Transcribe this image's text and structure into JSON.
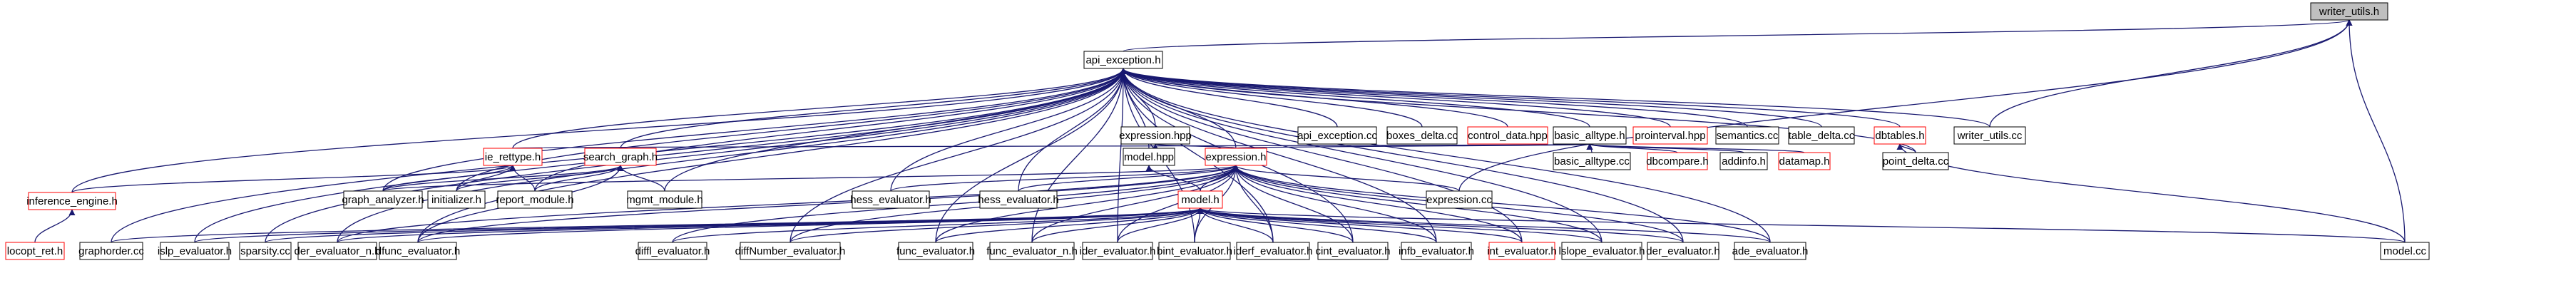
{
  "graph": {
    "nodes": [
      {
        "id": "writer_utils_h",
        "label": "writer_utils.h",
        "kind": "root"
      },
      {
        "id": "api_exception_h",
        "label": "api_exception.h",
        "kind": "normal"
      },
      {
        "id": "expression_hpp",
        "label": "expression.hpp",
        "kind": "normal"
      },
      {
        "id": "api_exception_cc",
        "label": "api_exception.cc",
        "kind": "normal"
      },
      {
        "id": "boxes_delta_cc",
        "label": "boxes_delta.cc",
        "kind": "normal"
      },
      {
        "id": "control_data_hpp",
        "label": "control_data.hpp",
        "kind": "red"
      },
      {
        "id": "basic_alltype_h",
        "label": "basic_alltype.h",
        "kind": "normal"
      },
      {
        "id": "prointerval_hpp",
        "label": "prointerval.hpp",
        "kind": "red"
      },
      {
        "id": "semantics_cc",
        "label": "semantics.cc",
        "kind": "normal"
      },
      {
        "id": "table_delta_cc",
        "label": "table_delta.cc",
        "kind": "normal"
      },
      {
        "id": "dbtables_h",
        "label": "dbtables.h",
        "kind": "red"
      },
      {
        "id": "writer_utils_cc",
        "label": "writer_utils.cc",
        "kind": "normal"
      },
      {
        "id": "ie_rettype_h",
        "label": "ie_rettype.h",
        "kind": "red"
      },
      {
        "id": "search_graph_h",
        "label": "search_graph.h",
        "kind": "red"
      },
      {
        "id": "model_hpp",
        "label": "model.hpp",
        "kind": "normal"
      },
      {
        "id": "expression_h",
        "label": "expression.h",
        "kind": "red"
      },
      {
        "id": "basic_alltype_cc",
        "label": "basic_alltype.cc",
        "kind": "normal"
      },
      {
        "id": "dbcompare_h",
        "label": "dbcompare.h",
        "kind": "red"
      },
      {
        "id": "addinfo_h",
        "label": "addinfo.h",
        "kind": "normal"
      },
      {
        "id": "datamap_h",
        "label": "datamap.h",
        "kind": "red"
      },
      {
        "id": "point_delta_cc",
        "label": "point_delta.cc",
        "kind": "normal"
      },
      {
        "id": "inference_engine_h",
        "label": "inference_engine.h",
        "kind": "red"
      },
      {
        "id": "graph_analyzer_h",
        "label": "graph_analyzer.h",
        "kind": "normal"
      },
      {
        "id": "initializer_h",
        "label": "initializer.h",
        "kind": "normal"
      },
      {
        "id": "report_module_h",
        "label": "report_module.h",
        "kind": "normal"
      },
      {
        "id": "mgmt_module_h",
        "label": "mgmt_module.h",
        "kind": "normal"
      },
      {
        "id": "hess_evaluator_h_1",
        "label": "hess_evaluator.h",
        "kind": "normal"
      },
      {
        "id": "hess_evaluator_h_2",
        "label": "hess_evaluator.h",
        "kind": "normal"
      },
      {
        "id": "model_h",
        "label": "model.h",
        "kind": "red"
      },
      {
        "id": "expression_cc",
        "label": "expression.cc",
        "kind": "normal"
      },
      {
        "id": "locopt_ret_h",
        "label": "locopt_ret.h",
        "kind": "red"
      },
      {
        "id": "graphorder_cc",
        "label": "graphorder.cc",
        "kind": "normal"
      },
      {
        "id": "islp_evaluator_h",
        "label": "islp_evaluator.h",
        "kind": "normal"
      },
      {
        "id": "sparsity_cc",
        "label": "sparsity.cc",
        "kind": "normal"
      },
      {
        "id": "der_evaluator_n_h",
        "label": "der_evaluator_n.h",
        "kind": "normal"
      },
      {
        "id": "dfunc_evaluator_h",
        "label": "dfunc_evaluator.h",
        "kind": "normal"
      },
      {
        "id": "diffl_evaluator_h",
        "label": "diffl_evaluator.h",
        "kind": "normal"
      },
      {
        "id": "diffNumber_evaluator_h",
        "label": "diffNumber_evaluator.h",
        "kind": "normal"
      },
      {
        "id": "func_evaluator_h",
        "label": "func_evaluator.h",
        "kind": "normal"
      },
      {
        "id": "func_evaluator_n_h",
        "label": "func_evaluator_n.h",
        "kind": "normal"
      },
      {
        "id": "ider_evaluator_h",
        "label": "ider_evaluator.h",
        "kind": "normal"
      },
      {
        "id": "bint_evaluator_h",
        "label": "bint_evaluator.h",
        "kind": "normal"
      },
      {
        "id": "iderf_evaluator_h",
        "label": "iderf_evaluator.h",
        "kind": "normal"
      },
      {
        "id": "cint_evaluator_h",
        "label": "cint_evaluator.h",
        "kind": "normal"
      },
      {
        "id": "infb_evaluator_h",
        "label": "infb_evaluator.h",
        "kind": "normal"
      },
      {
        "id": "int_evaluator_h",
        "label": "int_evaluator.h",
        "kind": "red"
      },
      {
        "id": "lslope_evaluator_h",
        "label": "lslope_evaluator.h",
        "kind": "normal"
      },
      {
        "id": "der_evaluator_h",
        "label": "der_evaluator.h",
        "kind": "normal"
      },
      {
        "id": "ade_evaluator_h",
        "label": "ade_evaluator.h",
        "kind": "normal"
      },
      {
        "id": "model_cc",
        "label": "model.cc",
        "kind": "normal"
      }
    ],
    "edges": [
      [
        "api_exception_h",
        "writer_utils_h"
      ],
      [
        "writer_utils_cc",
        "writer_utils_h"
      ],
      [
        "model_cc",
        "writer_utils_h"
      ],
      [
        "expression_cc",
        "writer_utils_h"
      ],
      [
        "expression_hpp",
        "api_exception_h"
      ],
      [
        "api_exception_cc",
        "api_exception_h"
      ],
      [
        "boxes_delta_cc",
        "api_exception_h"
      ],
      [
        "control_data_hpp",
        "api_exception_h"
      ],
      [
        "basic_alltype_h",
        "api_exception_h"
      ],
      [
        "prointerval_hpp",
        "api_exception_h"
      ],
      [
        "semantics_cc",
        "api_exception_h"
      ],
      [
        "table_delta_cc",
        "api_exception_h"
      ],
      [
        "dbtables_h",
        "api_exception_h"
      ],
      [
        "writer_utils_cc",
        "api_exception_h"
      ],
      [
        "ie_rettype_h",
        "api_exception_h"
      ],
      [
        "search_graph_h",
        "api_exception_h"
      ],
      [
        "model_hpp",
        "api_exception_h"
      ],
      [
        "expression_h",
        "api_exception_h"
      ],
      [
        "point_delta_cc",
        "api_exception_h"
      ],
      [
        "inference_engine_h",
        "api_exception_h"
      ],
      [
        "graph_analyzer_h",
        "api_exception_h"
      ],
      [
        "initializer_h",
        "api_exception_h"
      ],
      [
        "report_module_h",
        "api_exception_h"
      ],
      [
        "mgmt_module_h",
        "api_exception_h"
      ],
      [
        "hess_evaluator_h_1",
        "api_exception_h"
      ],
      [
        "hess_evaluator_h_2",
        "api_exception_h"
      ],
      [
        "graphorder_cc",
        "api_exception_h"
      ],
      [
        "islp_evaluator_h",
        "api_exception_h"
      ],
      [
        "sparsity_cc",
        "api_exception_h"
      ],
      [
        "der_evaluator_n_h",
        "api_exception_h"
      ],
      [
        "dfunc_evaluator_h",
        "api_exception_h"
      ],
      [
        "diffNumber_evaluator_h",
        "api_exception_h"
      ],
      [
        "func_evaluator_h",
        "api_exception_h"
      ],
      [
        "func_evaluator_n_h",
        "api_exception_h"
      ],
      [
        "ider_evaluator_h",
        "api_exception_h"
      ],
      [
        "bint_evaluator_h",
        "api_exception_h"
      ],
      [
        "iderf_evaluator_h",
        "api_exception_h"
      ],
      [
        "cint_evaluator_h",
        "api_exception_h"
      ],
      [
        "infb_evaluator_h",
        "api_exception_h"
      ],
      [
        "int_evaluator_h",
        "api_exception_h"
      ],
      [
        "lslope_evaluator_h",
        "api_exception_h"
      ],
      [
        "der_evaluator_h",
        "api_exception_h"
      ],
      [
        "ade_evaluator_h",
        "api_exception_h"
      ],
      [
        "expression_h",
        "expression_hpp"
      ],
      [
        "basic_alltype_cc",
        "basic_alltype_h"
      ],
      [
        "dbcompare_h",
        "basic_alltype_h"
      ],
      [
        "addinfo_h",
        "basic_alltype_h"
      ],
      [
        "datamap_h",
        "basic_alltype_h"
      ],
      [
        "ie_rettype_h",
        "basic_alltype_h"
      ],
      [
        "expression_h",
        "basic_alltype_h"
      ],
      [
        "point_delta_cc",
        "dbtables_h"
      ],
      [
        "model_cc",
        "dbtables_h"
      ],
      [
        "inference_engine_h",
        "ie_rettype_h"
      ],
      [
        "graph_analyzer_h",
        "ie_rettype_h"
      ],
      [
        "initializer_h",
        "ie_rettype_h"
      ],
      [
        "report_module_h",
        "ie_rettype_h"
      ],
      [
        "graph_analyzer_h",
        "search_graph_h"
      ],
      [
        "initializer_h",
        "search_graph_h"
      ],
      [
        "report_module_h",
        "search_graph_h"
      ],
      [
        "mgmt_module_h",
        "search_graph_h"
      ],
      [
        "dfunc_evaluator_h",
        "search_graph_h"
      ],
      [
        "model_h",
        "model_hpp"
      ],
      [
        "model_h",
        "expression_h"
      ],
      [
        "graph_analyzer_h",
        "expression_h"
      ],
      [
        "hess_evaluator_h_1",
        "expression_h"
      ],
      [
        "hess_evaluator_h_2",
        "expression_h"
      ],
      [
        "expression_cc",
        "expression_h"
      ],
      [
        "der_evaluator_n_h",
        "expression_h"
      ],
      [
        "dfunc_evaluator_h",
        "expression_h"
      ],
      [
        "diffl_evaluator_h",
        "expression_h"
      ],
      [
        "diffNumber_evaluator_h",
        "expression_h"
      ],
      [
        "func_evaluator_h",
        "expression_h"
      ],
      [
        "func_evaluator_n_h",
        "expression_h"
      ],
      [
        "ider_evaluator_h",
        "expression_h"
      ],
      [
        "bint_evaluator_h",
        "expression_h"
      ],
      [
        "iderf_evaluator_h",
        "expression_h"
      ],
      [
        "cint_evaluator_h",
        "expression_h"
      ],
      [
        "infb_evaluator_h",
        "expression_h"
      ],
      [
        "int_evaluator_h",
        "expression_h"
      ],
      [
        "lslope_evaluator_h",
        "expression_h"
      ],
      [
        "der_evaluator_h",
        "expression_h"
      ],
      [
        "ade_evaluator_h",
        "expression_h"
      ],
      [
        "locopt_ret_h",
        "inference_engine_h"
      ],
      [
        "graphorder_cc",
        "model_h"
      ],
      [
        "islp_evaluator_h",
        "model_h"
      ],
      [
        "sparsity_cc",
        "model_h"
      ],
      [
        "der_evaluator_n_h",
        "model_h"
      ],
      [
        "dfunc_evaluator_h",
        "model_h"
      ],
      [
        "diffl_evaluator_h",
        "model_h"
      ],
      [
        "diffNumber_evaluator_h",
        "model_h"
      ],
      [
        "func_evaluator_h",
        "model_h"
      ],
      [
        "func_evaluator_n_h",
        "model_h"
      ],
      [
        "ider_evaluator_h",
        "model_h"
      ],
      [
        "bint_evaluator_h",
        "model_h"
      ],
      [
        "iderf_evaluator_h",
        "model_h"
      ],
      [
        "cint_evaluator_h",
        "model_h"
      ],
      [
        "infb_evaluator_h",
        "model_h"
      ],
      [
        "int_evaluator_h",
        "model_h"
      ],
      [
        "lslope_evaluator_h",
        "model_h"
      ],
      [
        "der_evaluator_h",
        "model_h"
      ],
      [
        "ade_evaluator_h",
        "model_h"
      ],
      [
        "model_cc",
        "model_h"
      ]
    ]
  },
  "colors": {
    "edge": "#191970",
    "border_normal": "#000000",
    "border_red": "#ff0000",
    "root_fill": "#bfbfbf",
    "node_fill": "#ffffff"
  }
}
